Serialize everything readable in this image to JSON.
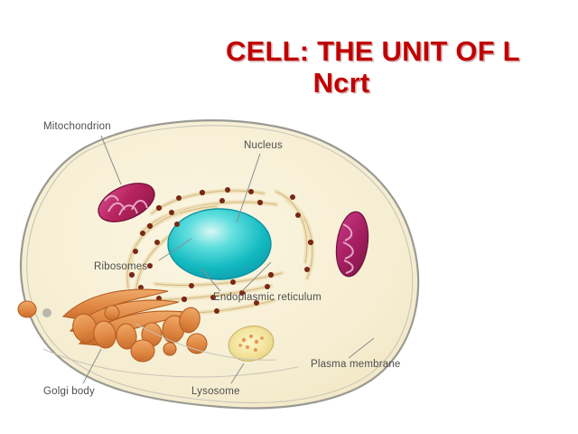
{
  "slide": {
    "background_color": "#ffffff",
    "title": {
      "line1": "CELL: THE UNIT OF L",
      "line2": "Ncrt",
      "color": "#C00000"
    }
  },
  "diagram": {
    "name": "animal-cell-structure",
    "cytoplasm_color": "#f7efd4",
    "membrane_color": "#9a9a94",
    "labels": [
      {
        "key": "mitochondrion",
        "text": "Mitochondrion"
      },
      {
        "key": "nucleus",
        "text": "Nucleus"
      },
      {
        "key": "ribosomes",
        "text": "Ribosomes"
      },
      {
        "key": "endoplasmic_reticulum",
        "text": "Endoplasmic reticulum"
      },
      {
        "key": "golgi_body",
        "text": "Golgi body"
      },
      {
        "key": "lysosome",
        "text": "Lysosome"
      },
      {
        "key": "plasma_membrane",
        "text": "Plasma membrane"
      }
    ],
    "organelles": {
      "nucleus_color": "#1ec8c8",
      "mitochondrion_color": "#c2316e",
      "golgi_color": "#e08844",
      "lysosome_color": "#f2e7a8",
      "ribosome_color": "#7a2718",
      "er_color": "#f0e2bc"
    }
  }
}
